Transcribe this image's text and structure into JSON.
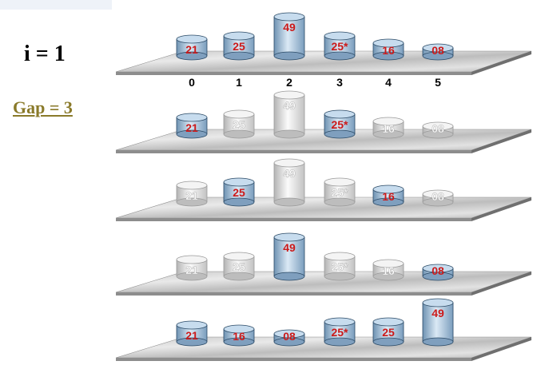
{
  "labels": {
    "i": "i = 1",
    "gap": "Gap = 3"
  },
  "index_labels": [
    "0",
    "1",
    "2",
    "3",
    "4",
    "5"
  ],
  "colors": {
    "active_value": "#cc1a1a",
    "active_body": "#a9c6de",
    "inactive_body": "#e6e6e6",
    "inactive_value": "#ffffff",
    "gap_text": "#8a7a2a"
  },
  "rows": [
    {
      "items": [
        {
          "value": "21",
          "height": 21,
          "active": true
        },
        {
          "value": "25",
          "height": 25,
          "active": true
        },
        {
          "value": "49",
          "height": 49,
          "active": true
        },
        {
          "value": "25*",
          "height": 25,
          "active": true
        },
        {
          "value": "16",
          "height": 16,
          "active": true
        },
        {
          "value": "08",
          "height": 8,
          "active": true
        }
      ]
    },
    {
      "items": [
        {
          "value": "21",
          "height": 21,
          "active": true
        },
        {
          "value": "25",
          "height": 25,
          "active": false
        },
        {
          "value": "49",
          "height": 49,
          "active": false
        },
        {
          "value": "25*",
          "height": 25,
          "active": true
        },
        {
          "value": "16",
          "height": 16,
          "active": false
        },
        {
          "value": "08",
          "height": 8,
          "active": false
        }
      ]
    },
    {
      "items": [
        {
          "value": "21",
          "height": 21,
          "active": false
        },
        {
          "value": "25",
          "height": 25,
          "active": true
        },
        {
          "value": "49",
          "height": 49,
          "active": false
        },
        {
          "value": "25*",
          "height": 25,
          "active": false
        },
        {
          "value": "16",
          "height": 16,
          "active": true
        },
        {
          "value": "08",
          "height": 8,
          "active": false
        }
      ]
    },
    {
      "items": [
        {
          "value": "21",
          "height": 21,
          "active": false
        },
        {
          "value": "25",
          "height": 25,
          "active": false
        },
        {
          "value": "49",
          "height": 49,
          "active": true
        },
        {
          "value": "25*",
          "height": 25,
          "active": false
        },
        {
          "value": "16",
          "height": 16,
          "active": false
        },
        {
          "value": "08",
          "height": 8,
          "active": true
        }
      ]
    },
    {
      "items": [
        {
          "value": "21",
          "height": 21,
          "active": true
        },
        {
          "value": "16",
          "height": 16,
          "active": true
        },
        {
          "value": "08",
          "height": 8,
          "active": true
        },
        {
          "value": "25*",
          "height": 25,
          "active": true
        },
        {
          "value": "25",
          "height": 25,
          "active": true
        },
        {
          "value": "49",
          "height": 49,
          "active": true
        }
      ]
    }
  ]
}
